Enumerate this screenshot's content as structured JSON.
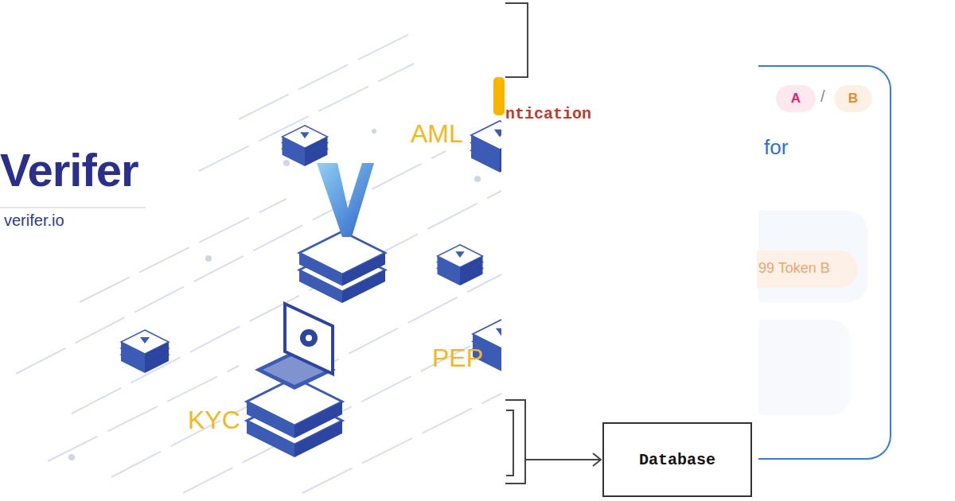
{
  "diagram": {
    "nodes": [
      {
        "text": [
          "for"
        ]
      },
      {
        "text": [
          "A"
        ],
        "in": 0
      },
      {
        "text": [
          "B"
        ],
        "in": 0
      },
      {
        "text": [
          "99 Token B"
        ],
        "in": 0
      },
      {
        "text": [
          "Database"
        ]
      }
    ],
    "labels": [
      "Verifer",
      "verifer.io",
      "AML",
      "KYC",
      "PEP",
      "ntication",
      "/"
    ]
  }
}
